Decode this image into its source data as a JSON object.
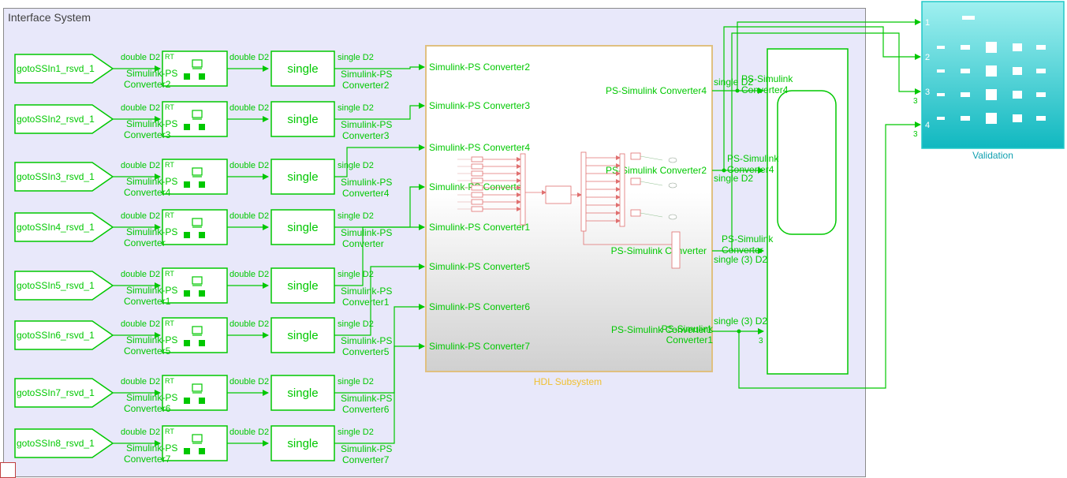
{
  "system_title": "Interface System",
  "colors": {
    "signal": "#00c800",
    "background": "#e8e8fa",
    "hdl_border": "#e0c080",
    "hdl_label": "#f0c030",
    "validation": "#20c8c8",
    "inner_red": "#e07070"
  },
  "rows": [
    {
      "goto": "gotoSSIn1_rsvd_1",
      "in_type": "double D2",
      "rt": "RT",
      "conv_top": "Simulink-PS",
      "conv_bottom": "Converter2",
      "double_out": "double D2",
      "single": "single",
      "single_out": "single D2",
      "spc_top": "Simulink-PS",
      "spc_bottom": "Converter2"
    },
    {
      "goto": "gotoSSIn2_rsvd_1",
      "in_type": "double D2",
      "rt": "RT",
      "conv_top": "Simulink-PS",
      "conv_bottom": "Converter3",
      "double_out": "double D2",
      "single": "single",
      "single_out": "single D2",
      "spc_top": "Simulink-PS",
      "spc_bottom": "Converter3"
    },
    {
      "goto": "gotoSSIn3_rsvd_1",
      "in_type": "double D2",
      "rt": "RT",
      "conv_top": "Simulink-PS",
      "conv_bottom": "Converter4",
      "double_out": "double D2",
      "single": "single",
      "single_out": "single D2",
      "spc_top": "Simulink-PS",
      "spc_bottom": "Converter4"
    },
    {
      "goto": "gotoSSIn4_rsvd_1",
      "in_type": "double D2",
      "rt": "RT",
      "conv_top": "Simulink-PS",
      "conv_bottom": "Converter",
      "double_out": "double D2",
      "single": "single",
      "single_out": "single D2",
      "spc_top": "Simulink-PS",
      "spc_bottom": "Converter"
    },
    {
      "goto": "gotoSSIn5_rsvd_1",
      "in_type": "double D2",
      "rt": "RT",
      "conv_top": "Simulink-PS",
      "conv_bottom": "Converter1",
      "double_out": "double D2",
      "single": "single",
      "single_out": "single D2",
      "spc_top": "Simulink-PS",
      "spc_bottom": "Converter1"
    },
    {
      "goto": "gotoSSIn6_rsvd_1",
      "in_type": "double D2",
      "rt": "RT",
      "conv_top": "Simulink-PS",
      "conv_bottom": "Converter5",
      "double_out": "double D2",
      "single": "single",
      "single_out": "single D2",
      "spc_top": "Simulink-PS",
      "spc_bottom": "Converter5"
    },
    {
      "goto": "gotoSSIn7_rsvd_1",
      "in_type": "double D2",
      "rt": "RT",
      "conv_top": "Simulink-PS",
      "conv_bottom": "Converter6",
      "double_out": "double D2",
      "single": "single",
      "single_out": "single D2",
      "spc_top": "Simulink-PS",
      "spc_bottom": "Converter6"
    },
    {
      "goto": "gotoSSIn8_rsvd_1",
      "in_type": "double D2",
      "rt": "RT",
      "conv_top": "Simulink-PS",
      "conv_bottom": "Converter7",
      "double_out": "double D2",
      "single": "single",
      "single_out": "single D2",
      "spc_top": "Simulink-PS",
      "spc_bottom": "Converter7"
    }
  ],
  "hdl": {
    "label": "HDL Subsystem",
    "in_ports": [
      "Simulink-PS Converter2",
      "Simulink-PS Converter3",
      "Simulink-PS Converter4",
      "Simulink-PS Converter",
      "Simulink-PS Converter1",
      "Simulink-PS Converter5",
      "Simulink-PS Converter6",
      "Simulink-PS Converter7"
    ],
    "out_ports": [
      "PS-Simulink Converter4",
      "PS-Simulink Converter2",
      "PS-Simulink Converter",
      "PS-Simulink Converter1"
    ]
  },
  "right_labels": {
    "sig1_type": "single D2",
    "sig1_a": "PS-Simulink",
    "sig1_b": "Converter4",
    "sig2_a": "PS-Simulink",
    "sig2_b": "Converter4",
    "sig2_type": "single D2",
    "sig3_a": "PS-Simulink",
    "sig3_b": "Converter",
    "sig3_type": "single (3) D2",
    "sig4_a": "PS-Simulink",
    "sig4_b": "Converter1",
    "sig4_type": "single (3) D2",
    "sig4_dim": "3"
  },
  "validation": {
    "label": "Validation",
    "ports": [
      "1",
      "2",
      "3",
      "4"
    ],
    "dims": [
      "3",
      "3"
    ]
  }
}
